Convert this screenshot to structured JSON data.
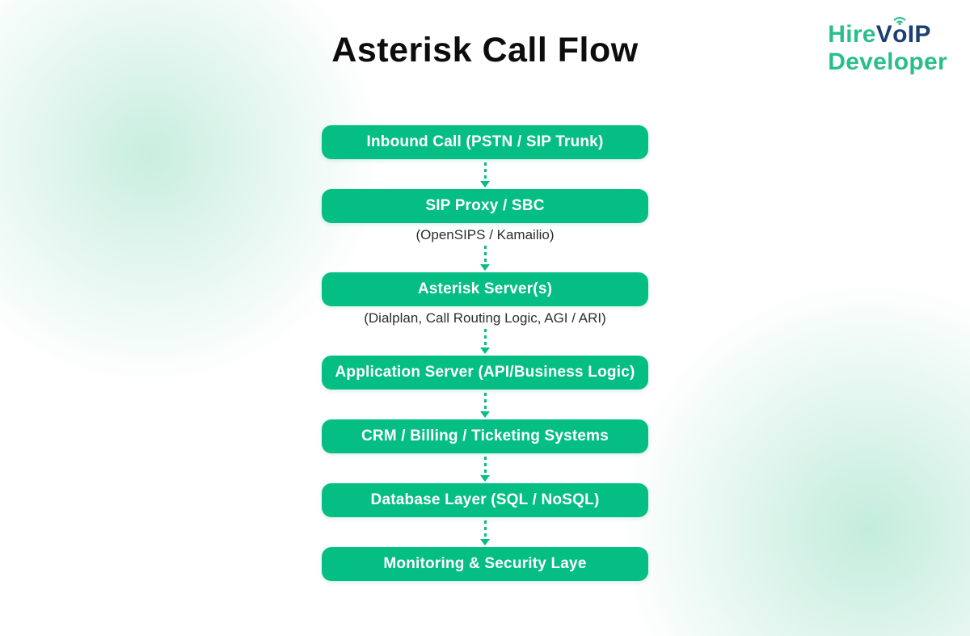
{
  "header": {
    "title": "Asterisk Call Flow"
  },
  "logo": {
    "hire": "Hire",
    "v": "V",
    "o": "o",
    "ip": "IP",
    "developer": "Developer"
  },
  "flow": {
    "nodes": [
      {
        "label": "Inbound Call (PSTN / SIP Trunk)",
        "subtitle": ""
      },
      {
        "label": "SIP Proxy / SBC",
        "subtitle": "(OpenSIPS / Kamailio)"
      },
      {
        "label": "Asterisk Server(s)",
        "subtitle": "(Dialplan, Call Routing Logic, AGI / ARI)"
      },
      {
        "label": "Application Server (API/Business Logic)",
        "subtitle": ""
      },
      {
        "label": "CRM / Billing / Ticketing Systems",
        "subtitle": ""
      },
      {
        "label": "Database Layer (SQL / NoSQL)",
        "subtitle": ""
      },
      {
        "label": "Monitoring & Security Laye",
        "subtitle": ""
      }
    ]
  },
  "colors": {
    "node_green": "#05be83",
    "logo_green": "#2bbe8d",
    "logo_navy": "#1d3e73",
    "subtitle_text": "#2d2d2d",
    "title_text": "#0d0d0d"
  }
}
